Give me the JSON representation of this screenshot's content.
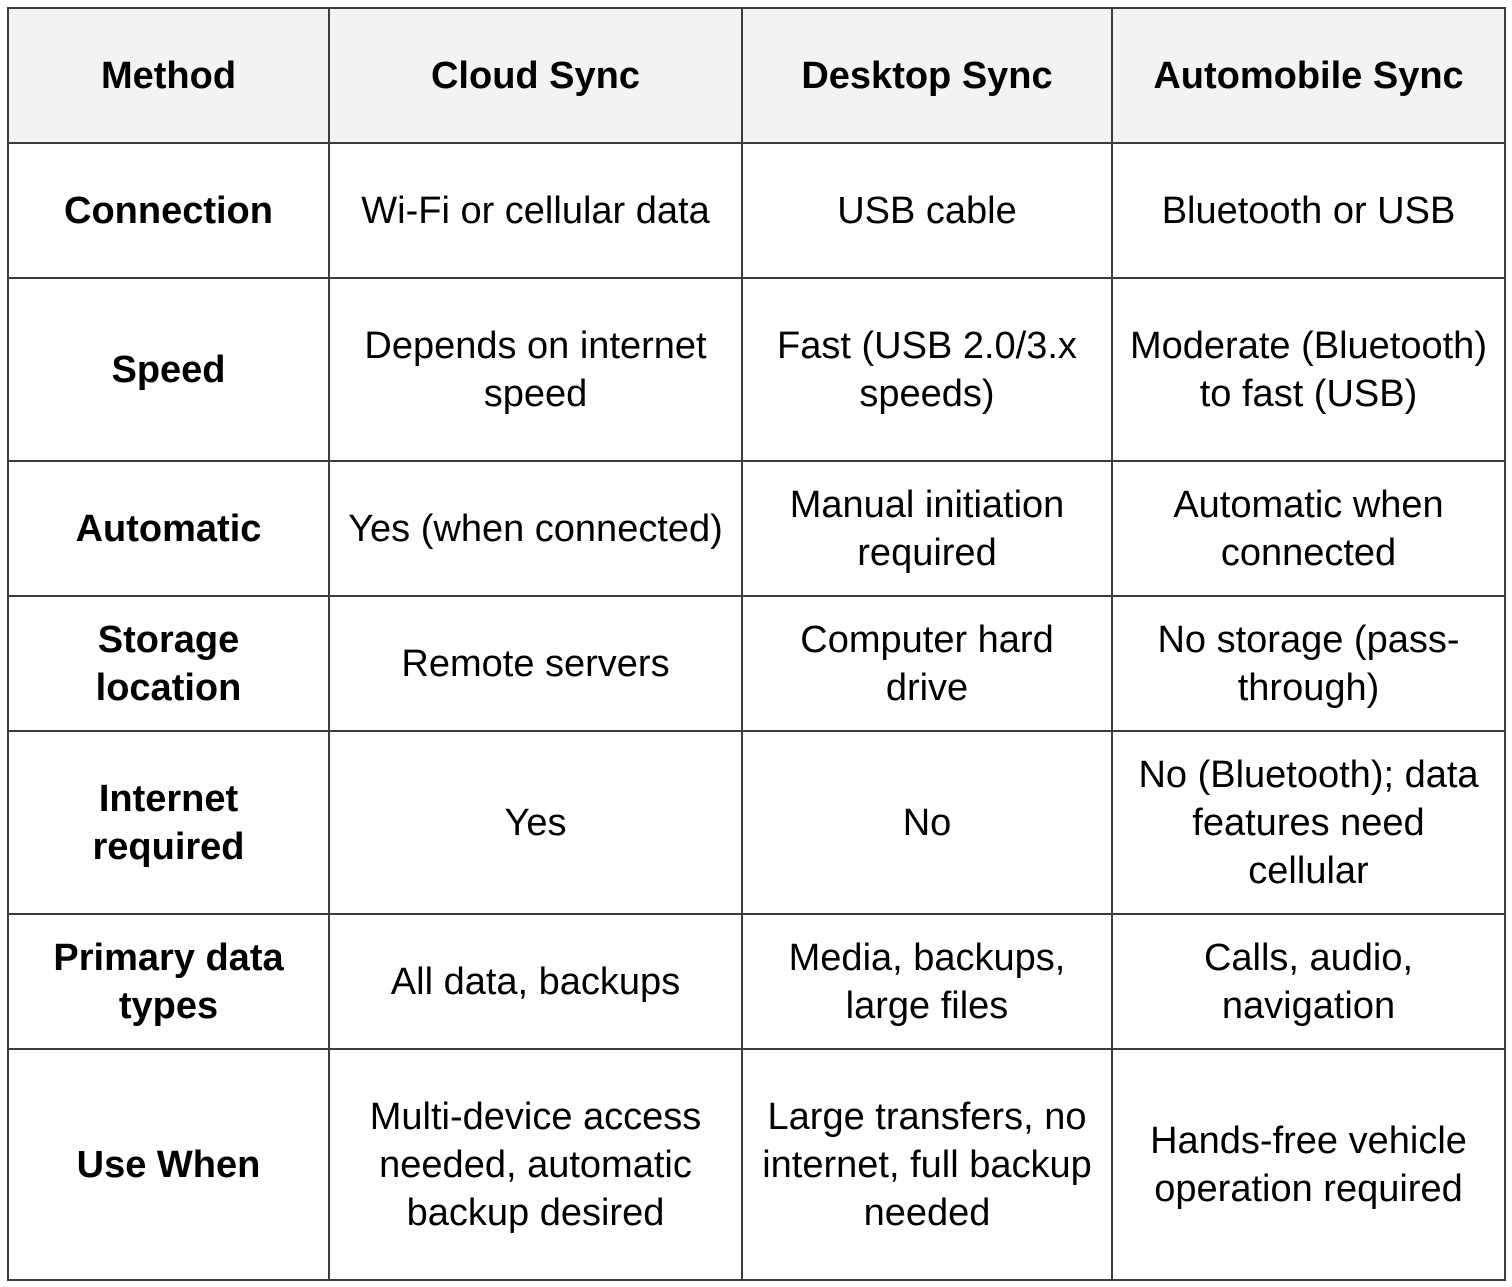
{
  "table": {
    "headers": [
      "Method",
      "Cloud Sync",
      "Desktop Sync",
      "Automobile Sync"
    ],
    "rows": [
      {
        "label": "Connection",
        "cells": [
          "Wi-Fi or cellular data",
          "USB cable",
          "Bluetooth or USB"
        ]
      },
      {
        "label": "Speed",
        "cells": [
          "Depends on internet speed",
          "Fast (USB 2.0/3.x speeds)",
          "Moderate (Bluetooth) to fast (USB)"
        ]
      },
      {
        "label": "Automatic",
        "cells": [
          "Yes (when connected)",
          "Manual initiation required",
          "Automatic when connected"
        ]
      },
      {
        "label": "Storage location",
        "cells": [
          "Remote servers",
          "Computer hard drive",
          "No storage (pass-through)"
        ]
      },
      {
        "label": "Internet required",
        "cells": [
          "Yes",
          "No",
          "No (Bluetooth); data features need cellular"
        ]
      },
      {
        "label": "Primary data types",
        "cells": [
          "All data, backups",
          "Media, backups, large files",
          "Calls, audio, navigation"
        ]
      },
      {
        "label": "Use When",
        "cells": [
          "Multi-device access needed, automatic backup desired",
          "Large transfers, no internet, full backup needed",
          "Hands-free vehicle operation required"
        ]
      }
    ]
  }
}
